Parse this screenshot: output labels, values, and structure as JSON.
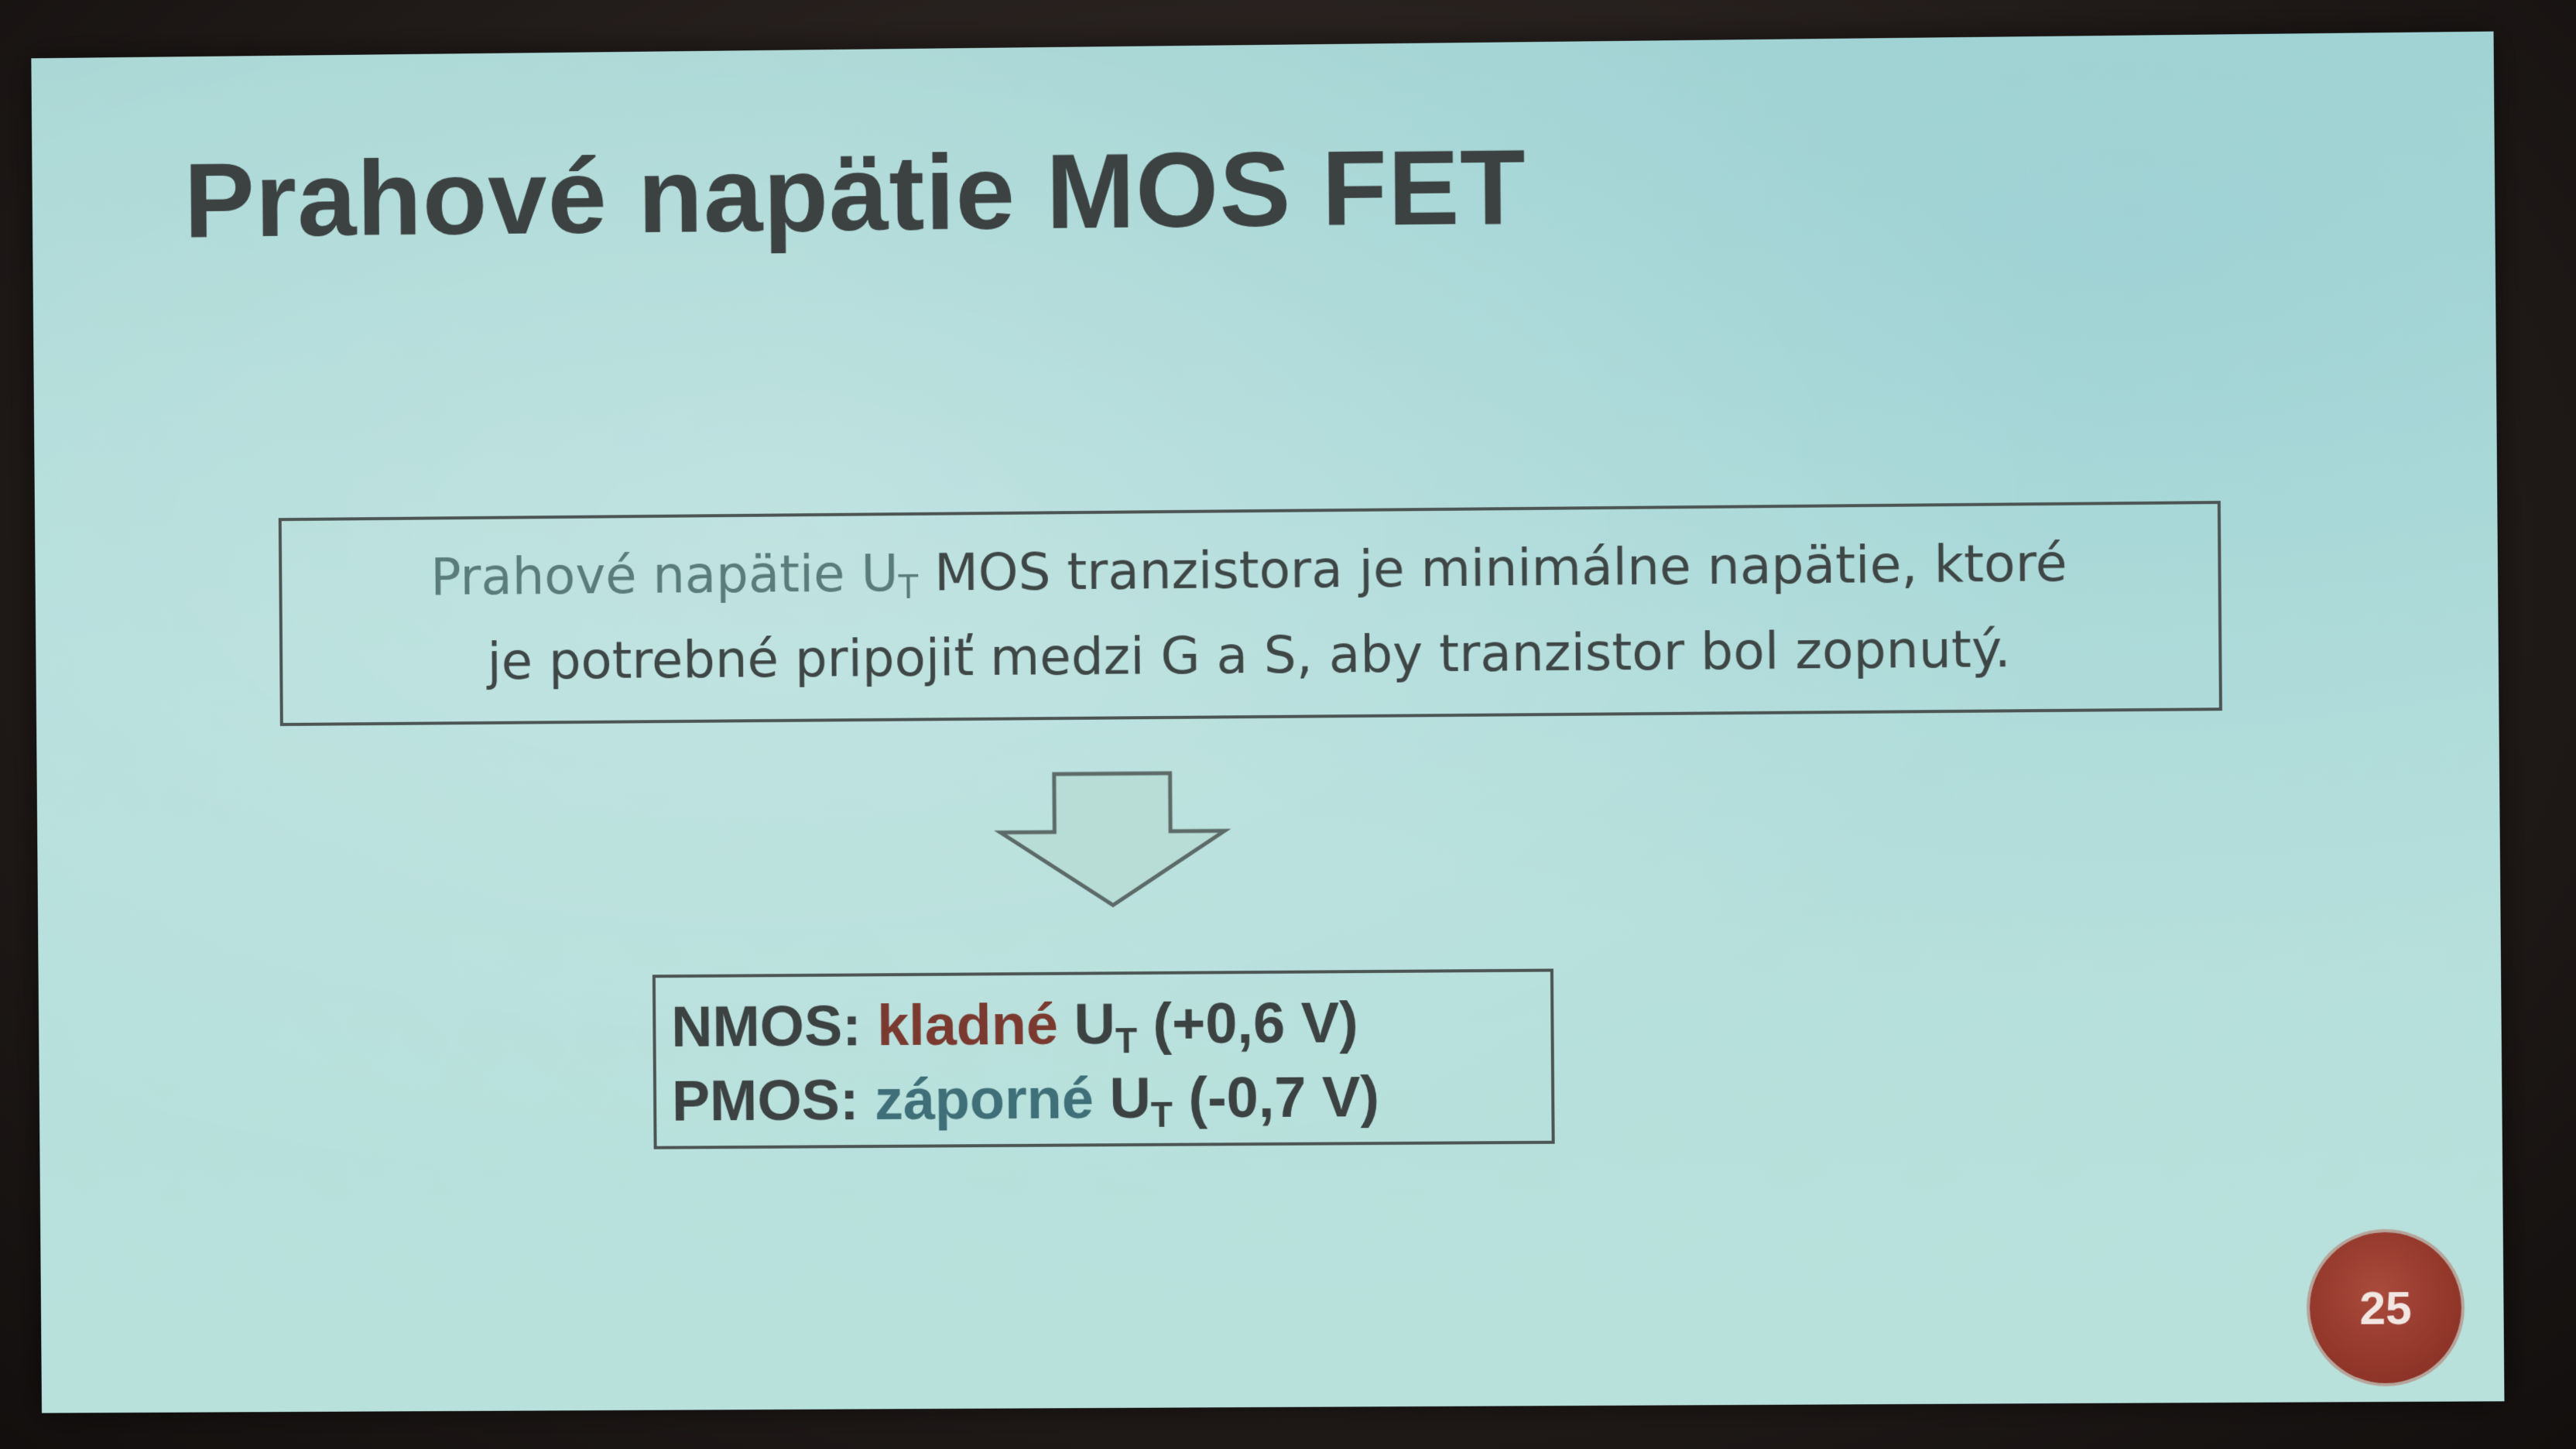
{
  "slide": {
    "title": "Prahové napätie MOS FET",
    "definition": {
      "line1_prefix": "Prahové  napätie U",
      "line1_sub": "T",
      "line1_suffix": " MOS tranzistora je minimálne  napätie, ktoré",
      "line2": "je potrebné  pripojiť medzi  G a S, aby tranzistor bol zopnutý."
    },
    "arrow_icon": "down-arrow-icon",
    "results": {
      "nmos_label": "NMOS:",
      "nmos_word": "kladné",
      "nmos_ut": "U",
      "nmos_ut_sub": "T",
      "nmos_value": "(+0,6 V)",
      "pmos_label": "PMOS:",
      "pmos_word": "záporné",
      "pmos_ut": "U",
      "pmos_ut_sub": "T",
      "pmos_value": "(-0,7 V)"
    },
    "page_number": "25"
  },
  "colors": {
    "slide_background": "#b4dedb",
    "title_text": "#3c4242",
    "nmos_word": "#7a3a30",
    "pmos_word": "#3f6f78",
    "badge": "#8f3428"
  }
}
